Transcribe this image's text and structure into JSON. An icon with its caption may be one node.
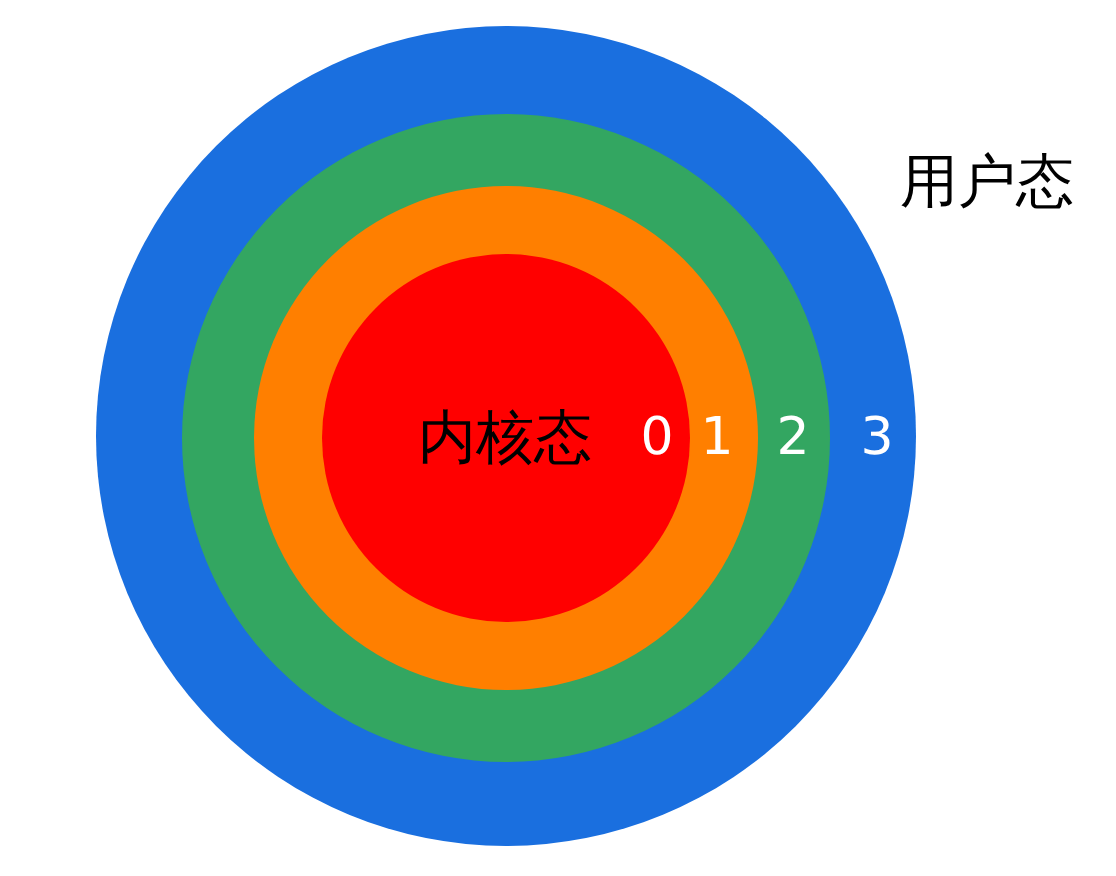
{
  "diagram": {
    "nodes": [
      {
        "text": [
          "3"
        ],
        "beside": [
          "用户态"
        ]
      },
      {
        "text": [
          "2"
        ],
        "in": 0
      },
      {
        "text": [
          "1"
        ],
        "in": 1
      },
      {
        "text": [
          "内核态",
          "0"
        ],
        "in": 2
      }
    ]
  }
}
